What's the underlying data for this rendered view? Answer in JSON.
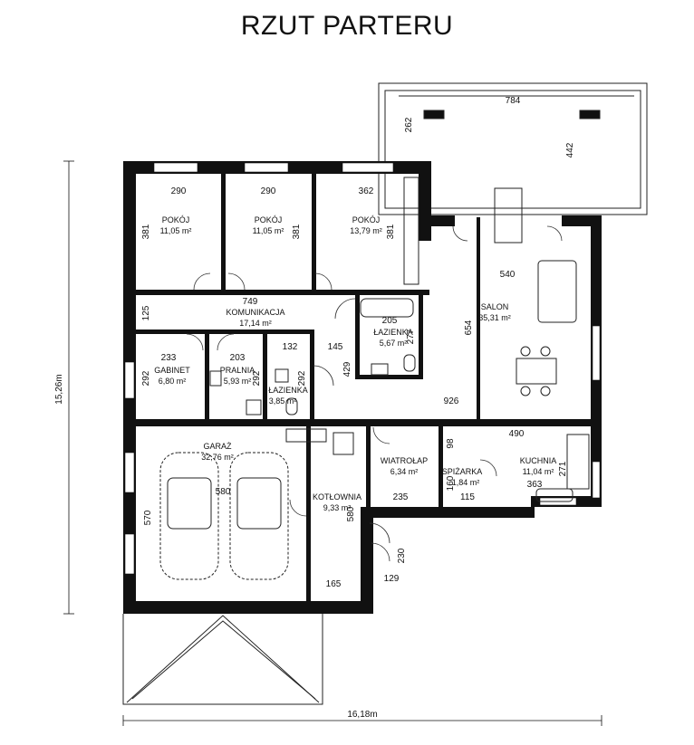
{
  "title": "RZUT PARTERU",
  "overall": {
    "height": "15,26m",
    "width": "16,18m"
  },
  "rooms": [
    {
      "name": "POKÓJ",
      "area": "11,05 m²"
    },
    {
      "name": "POKÓJ",
      "area": "11,05 m²"
    },
    {
      "name": "POKÓJ",
      "area": "13,79 m²"
    },
    {
      "name": "KOMUNIKACJA",
      "area": "17,14 m²"
    },
    {
      "name": "ŁAZIENKA",
      "area": "5,67 m²"
    },
    {
      "name": "SALON",
      "area": "35,31 m²"
    },
    {
      "name": "GABINET",
      "area": "6,80 m²"
    },
    {
      "name": "PRALNIA",
      "area": "5,93 m²"
    },
    {
      "name": "ŁAZIENKA",
      "area": "3,85 m²"
    },
    {
      "name": "GARAŻ",
      "area": "32,76 m²"
    },
    {
      "name": "WIATROŁAP",
      "area": "6,34 m²"
    },
    {
      "name": "SPIŻARKA",
      "area": "1,84 m²"
    },
    {
      "name": "KUCHNIA",
      "area": "11,04 m²"
    },
    {
      "name": "KOTŁOWNIA",
      "area": "9,33 m²"
    }
  ],
  "dims": [
    "784",
    "262",
    "442",
    "290",
    "290",
    "362",
    "381",
    "381",
    "381",
    "749",
    "125",
    "205",
    "277",
    "540",
    "654",
    "233",
    "203",
    "132",
    "145",
    "429",
    "292",
    "292",
    "292",
    "926",
    "490",
    "98",
    "271",
    "160",
    "115",
    "363",
    "580",
    "580",
    "235",
    "570",
    "230",
    "129",
    "165"
  ]
}
